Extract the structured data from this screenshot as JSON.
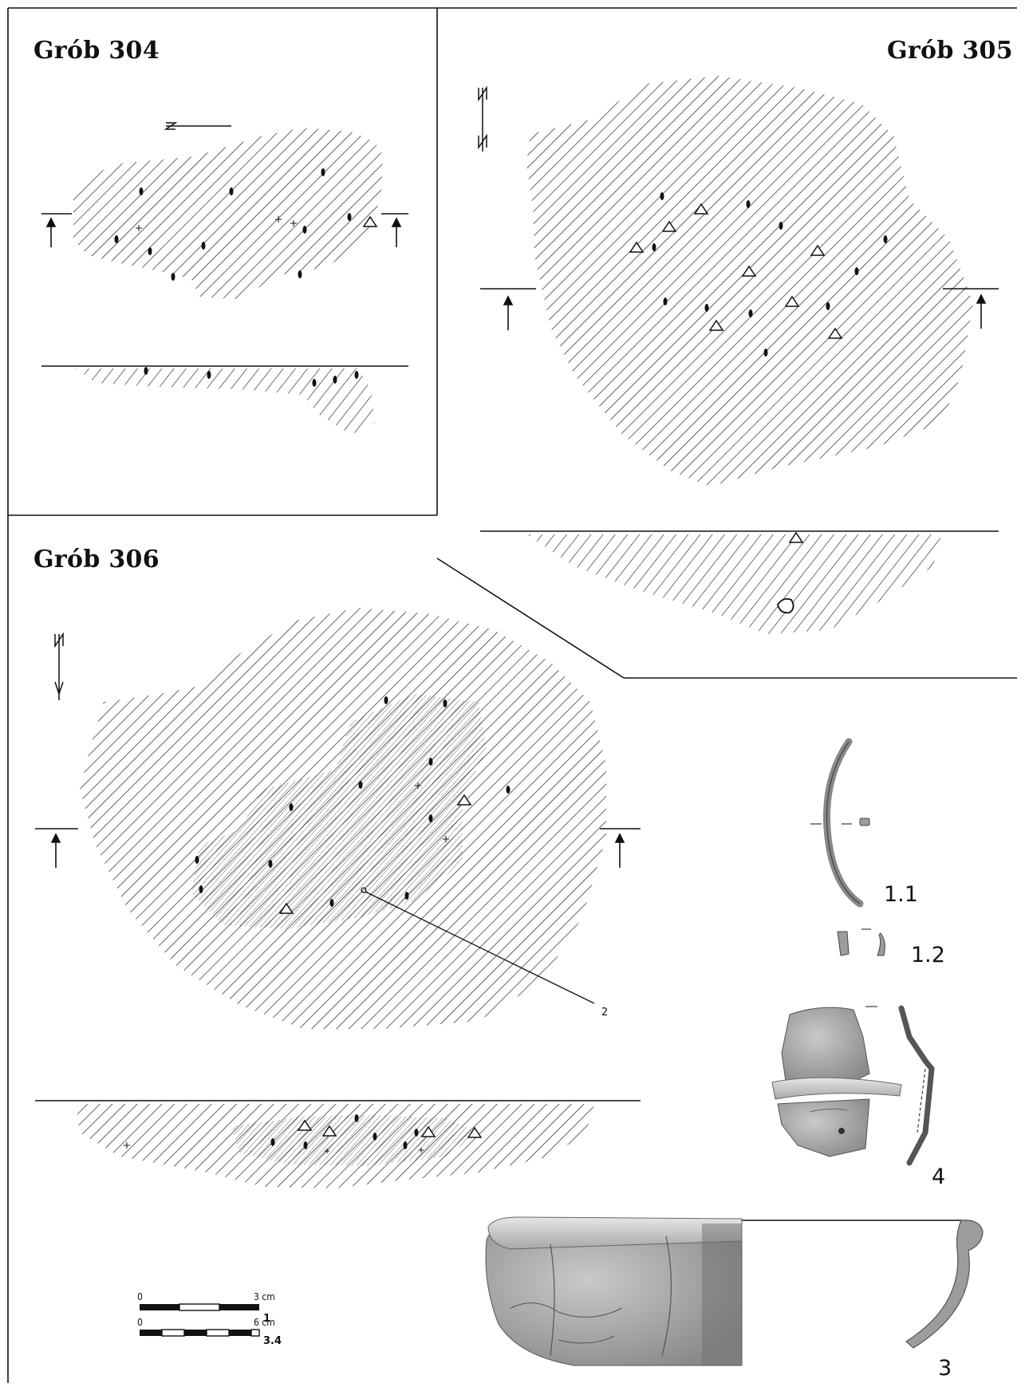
{
  "graves": {
    "g304": {
      "title": "Grób 304"
    },
    "g305": {
      "title": "Grób 305"
    },
    "g306": {
      "title": "Grób 306"
    }
  },
  "plan_markers": {
    "g306_pointer": "2"
  },
  "finds": [
    {
      "id": "find-1-1",
      "label": "1.1"
    },
    {
      "id": "find-1-2",
      "label": "1.2"
    },
    {
      "id": "find-3",
      "label": "3"
    },
    {
      "id": "find-4",
      "label": "4"
    }
  ],
  "scales": [
    {
      "start": "0",
      "end": "3 cm",
      "applies_to": "1"
    },
    {
      "start": "0",
      "end": "6 cm",
      "applies_to": "3.4"
    }
  ],
  "colors": {
    "ink": "#111111",
    "paper": "#ffffff",
    "pottery_light": "#c9c9c9",
    "pottery_mid": "#9c9c9c",
    "pottery_dark": "#6f6f6f"
  }
}
